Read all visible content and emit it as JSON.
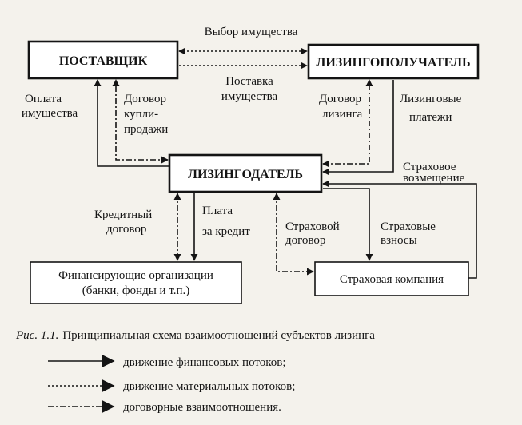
{
  "entities": {
    "supplier": "ПОСТАВЩИК",
    "lessee": "ЛИЗИНГОПОЛУЧАТЕЛЬ",
    "lessor": "ЛИЗИНГОДАТЕЛЬ",
    "financing_line1": "Финансирующие организации",
    "financing_line2": "(банки, фонды и т.п.)",
    "insurer": "Страховая компания"
  },
  "labels": {
    "choice": "Выбор имущества",
    "delivery_1": "Поставка",
    "delivery_2": "имущества",
    "payment_1": "Оплата",
    "payment_2": "имущества",
    "purchase_1": "Договор",
    "purchase_2": "купли-",
    "purchase_3": "продажи",
    "lease_contract_1": "Договор",
    "lease_contract_2": "лизинга",
    "lease_payments_1": "Лизинговые",
    "lease_payments_2": "платежи",
    "ins_comp_1": "Страховое",
    "ins_comp_2": "возмещение",
    "credit_contract_1": "Кредитный",
    "credit_contract_2": "договор",
    "credit_fee_1": "Плата",
    "credit_fee_2": "за кредит",
    "ins_contract_1": "Страховой",
    "ins_contract_2": "договор",
    "ins_premium_1": "Страховые",
    "ins_premium_2": "взносы"
  },
  "caption": {
    "prefix": "Рис. 1.1.",
    "text": "Принципиальная схема взаимоотношений субъектов лизинга"
  },
  "legend": [
    {
      "style": "solid",
      "text": "движение финансовых потоков;"
    },
    {
      "style": "dotted",
      "text": "движение материальных потоков;"
    },
    {
      "style": "dashdot",
      "text": "договорные взаимоотношения."
    }
  ]
}
